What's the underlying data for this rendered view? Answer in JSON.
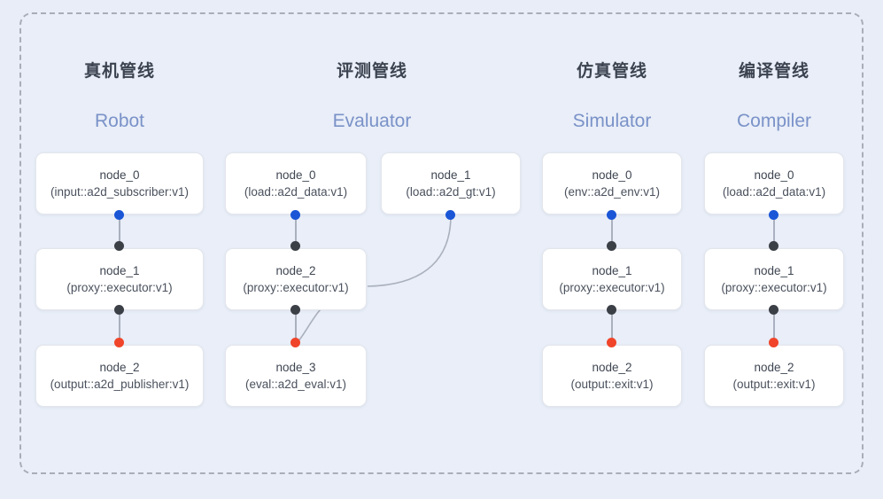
{
  "diagram": {
    "background_color": "#e8edf7",
    "frame_border_color": "#a8adb8",
    "port_colors": {
      "input": "#1a56d6",
      "middle": "#3b3f46",
      "output": "#f0452a"
    },
    "edge_color": "#aab0bd",
    "title_cn_color": "#3c4350",
    "title_en_color": "#7a92c8"
  },
  "columns": [
    {
      "id": "robot",
      "title_cn": "真机管线",
      "title_en": "Robot",
      "nodes": [
        {
          "name": "node_0",
          "spec": "(input::a2d_subscriber:v1)"
        },
        {
          "name": "node_1",
          "spec": "(proxy::executor:v1)"
        },
        {
          "name": "node_2",
          "spec": "(output::a2d_publisher:v1)"
        }
      ]
    },
    {
      "id": "evaluator",
      "title_cn": "评测管线",
      "title_en": "Evaluator",
      "nodes": [
        {
          "name": "node_0",
          "spec": "(load::a2d_data:v1)"
        },
        {
          "name": "node_1",
          "spec": "(load::a2d_gt:v1)"
        },
        {
          "name": "node_2",
          "spec": "(proxy::executor:v1)"
        },
        {
          "name": "node_3",
          "spec": "(eval::a2d_eval:v1)"
        }
      ]
    },
    {
      "id": "simulator",
      "title_cn": "仿真管线",
      "title_en": "Simulator",
      "nodes": [
        {
          "name": "node_0",
          "spec": "(env::a2d_env:v1)"
        },
        {
          "name": "node_1",
          "spec": "(proxy::executor:v1)"
        },
        {
          "name": "node_2",
          "spec": "(output::exit:v1)"
        }
      ]
    },
    {
      "id": "compiler",
      "title_cn": "编译管线",
      "title_en": "Compiler",
      "nodes": [
        {
          "name": "node_0",
          "spec": "(load::a2d_data:v1)"
        },
        {
          "name": "node_1",
          "spec": "(proxy::executor:v1)"
        },
        {
          "name": "node_2",
          "spec": "(output::exit:v1)"
        }
      ]
    }
  ]
}
